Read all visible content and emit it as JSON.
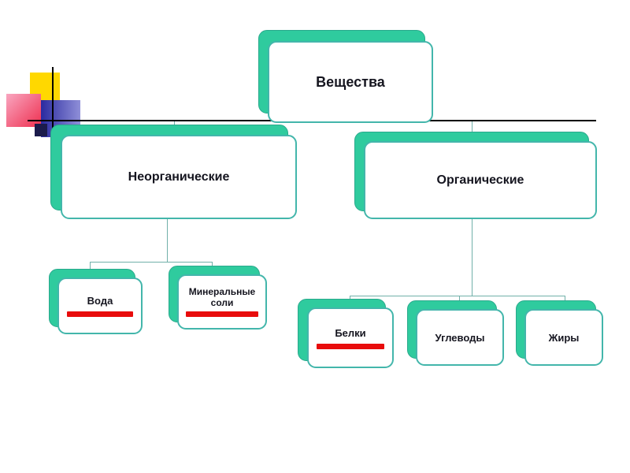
{
  "slide": {
    "title": "Вещества"
  },
  "nodes": {
    "substances": {
      "label": "Вещества",
      "underlined": false
    },
    "inorganic": {
      "label": "Неорганические",
      "underlined": false
    },
    "organic": {
      "label": "Органические",
      "underlined": false
    },
    "water": {
      "label": "Вода",
      "underlined": true
    },
    "mineral_salts": {
      "label": "Минеральные соли",
      "underlined": true
    },
    "proteins": {
      "label": "Белки",
      "underlined": true
    },
    "carbohydrates": {
      "label": "Углеводы",
      "underlined": false
    },
    "fats": {
      "label": "Жиры",
      "underlined": false
    }
  },
  "hierarchy": {
    "Вещества": [
      "Неорганические",
      "Органические"
    ],
    "Неорганические": [
      "Вода",
      "Минеральные соли"
    ],
    "Органические": [
      "Белки",
      "Углеводы",
      "Жиры"
    ]
  },
  "colors": {
    "box_fill": "#ffffff",
    "box_border": "#43b6ab",
    "box_shadow_fill": "#2fcb9e",
    "underline_red": "#e80c0c",
    "connector": "#71b0a9",
    "header_line": "#000000",
    "text": "#15151f",
    "decor_yellow": "#ffd800",
    "decor_pink": "#f9a6c0",
    "decor_red": "#ee3050",
    "decor_blue_dark": "#2a2aa0",
    "decor_blue_light": "#8f8fd8",
    "decor_navy": "#1b1b4b"
  }
}
